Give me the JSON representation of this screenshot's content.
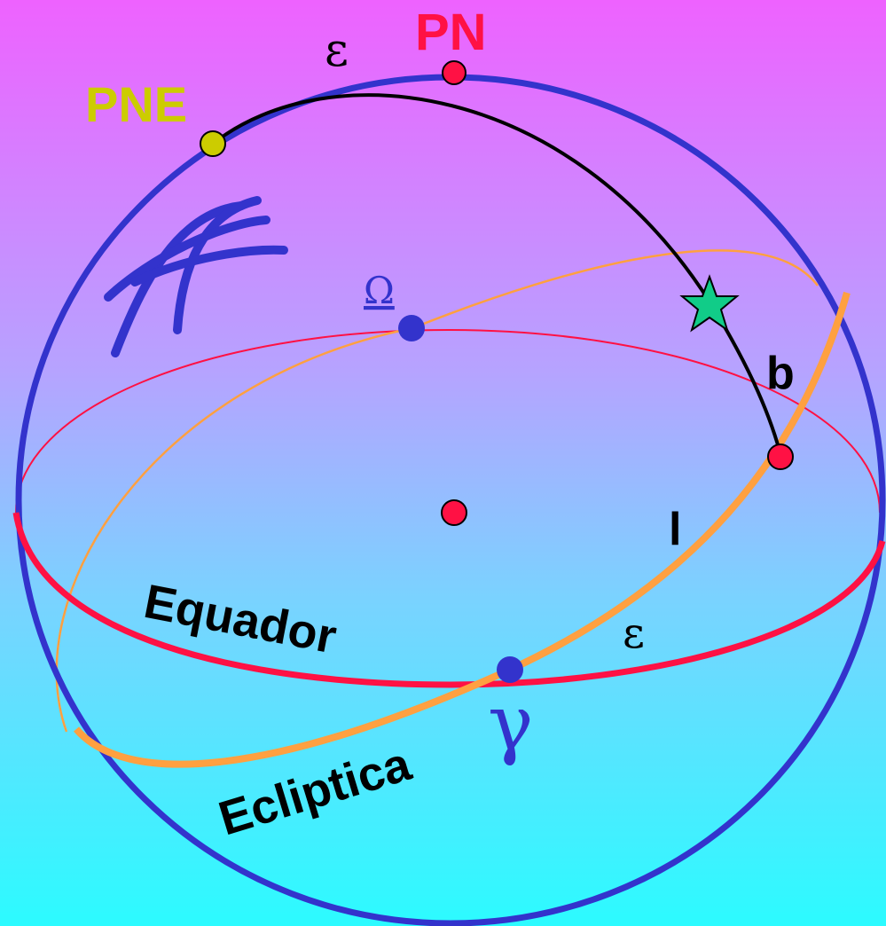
{
  "labels": {
    "pn": "PN",
    "pne": "PNE",
    "epsilon_top": "ε",
    "omega": "Ω",
    "b": "b",
    "l": "l",
    "epsilon_bottom": "ε",
    "gamma": "γ",
    "equator": "Equador",
    "ecliptic": "Ecliptica"
  },
  "colors": {
    "sphere": "#3333cc",
    "equator": "#ff1144",
    "ecliptic": "#ffa040",
    "arc": "#000000",
    "pn_point": "#ff1144",
    "pne_point": "#cccc00",
    "node_point": "#3333cc",
    "star": "#11cc88",
    "label_black": "#000000",
    "pn_label": "#ff1144",
    "pne_label": "#cccc00",
    "greek_blue": "#3333cc",
    "aries_symbol": "#3333cc"
  },
  "icons": {
    "aries_symbol": "aries-symbol-icon",
    "star": "star-icon"
  }
}
